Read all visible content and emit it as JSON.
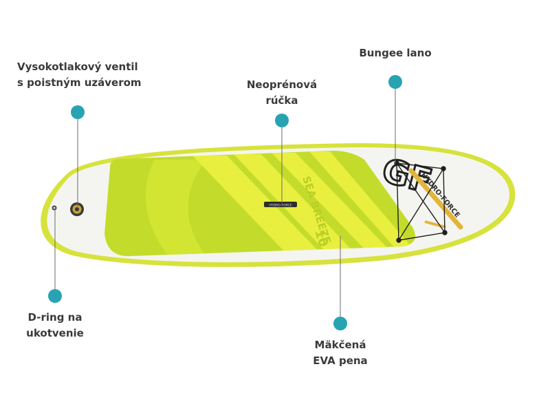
{
  "labels": {
    "valve": {
      "line1": "Vysokotlakový ventil",
      "line2": "s poistným uzáverom"
    },
    "handle": {
      "line1": "Neoprénová",
      "line2": "rúčka"
    },
    "bungee": {
      "line1": "Bungee lano"
    },
    "dring": {
      "line1": "D-ring na",
      "line2": "ukotvenie"
    },
    "eva": {
      "line1": "Mäkčená",
      "line2": "EVA pena"
    }
  },
  "board": {
    "model_text": "SEA BREEZE",
    "size_text": "10",
    "brand_text": "HYDRO-FORCE",
    "logo_text": "GF",
    "handle_text": "HYDRO-FORCE"
  },
  "colors": {
    "marker": "#27a3b2",
    "board_rim": "#d7e23c",
    "board_white": "#f4f5f0",
    "pad_lime": "#c3dc2b",
    "pad_yellow": "#e9ef3e",
    "leader_line": "#6a6a6a"
  }
}
